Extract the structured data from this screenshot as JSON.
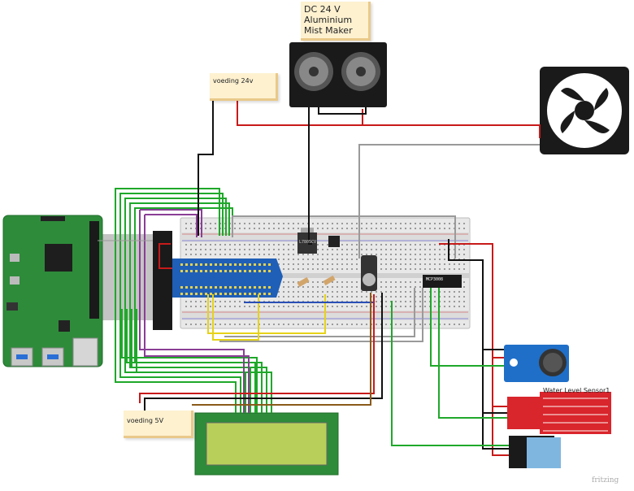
{
  "labels": {
    "mist_maker": "DC 24 V\nAluminium\nMist Maker",
    "supply_24v": "voeding 24v",
    "supply_5v": "voeding 5V",
    "water_sensor": "Water Level Sensor1",
    "watermark": "fritzing",
    "adc_chip": "MCP3008",
    "regulator": "L7805CV"
  },
  "colors": {
    "wire_green": "#1fa82a",
    "wire_purple": "#8a3e96",
    "wire_red": "#c81a1a",
    "wire_black": "#111111",
    "wire_gray": "#9a9a9a",
    "wire_yellow": "#e6d21a",
    "wire_blue": "#2a4fb5",
    "wire_brown": "#8a5a1a",
    "pcb_green": "#2e8b3a",
    "cobbler_blue": "#1f5fb8",
    "sensor_red": "#d9252c",
    "lcd_screen": "#b8d05a"
  }
}
